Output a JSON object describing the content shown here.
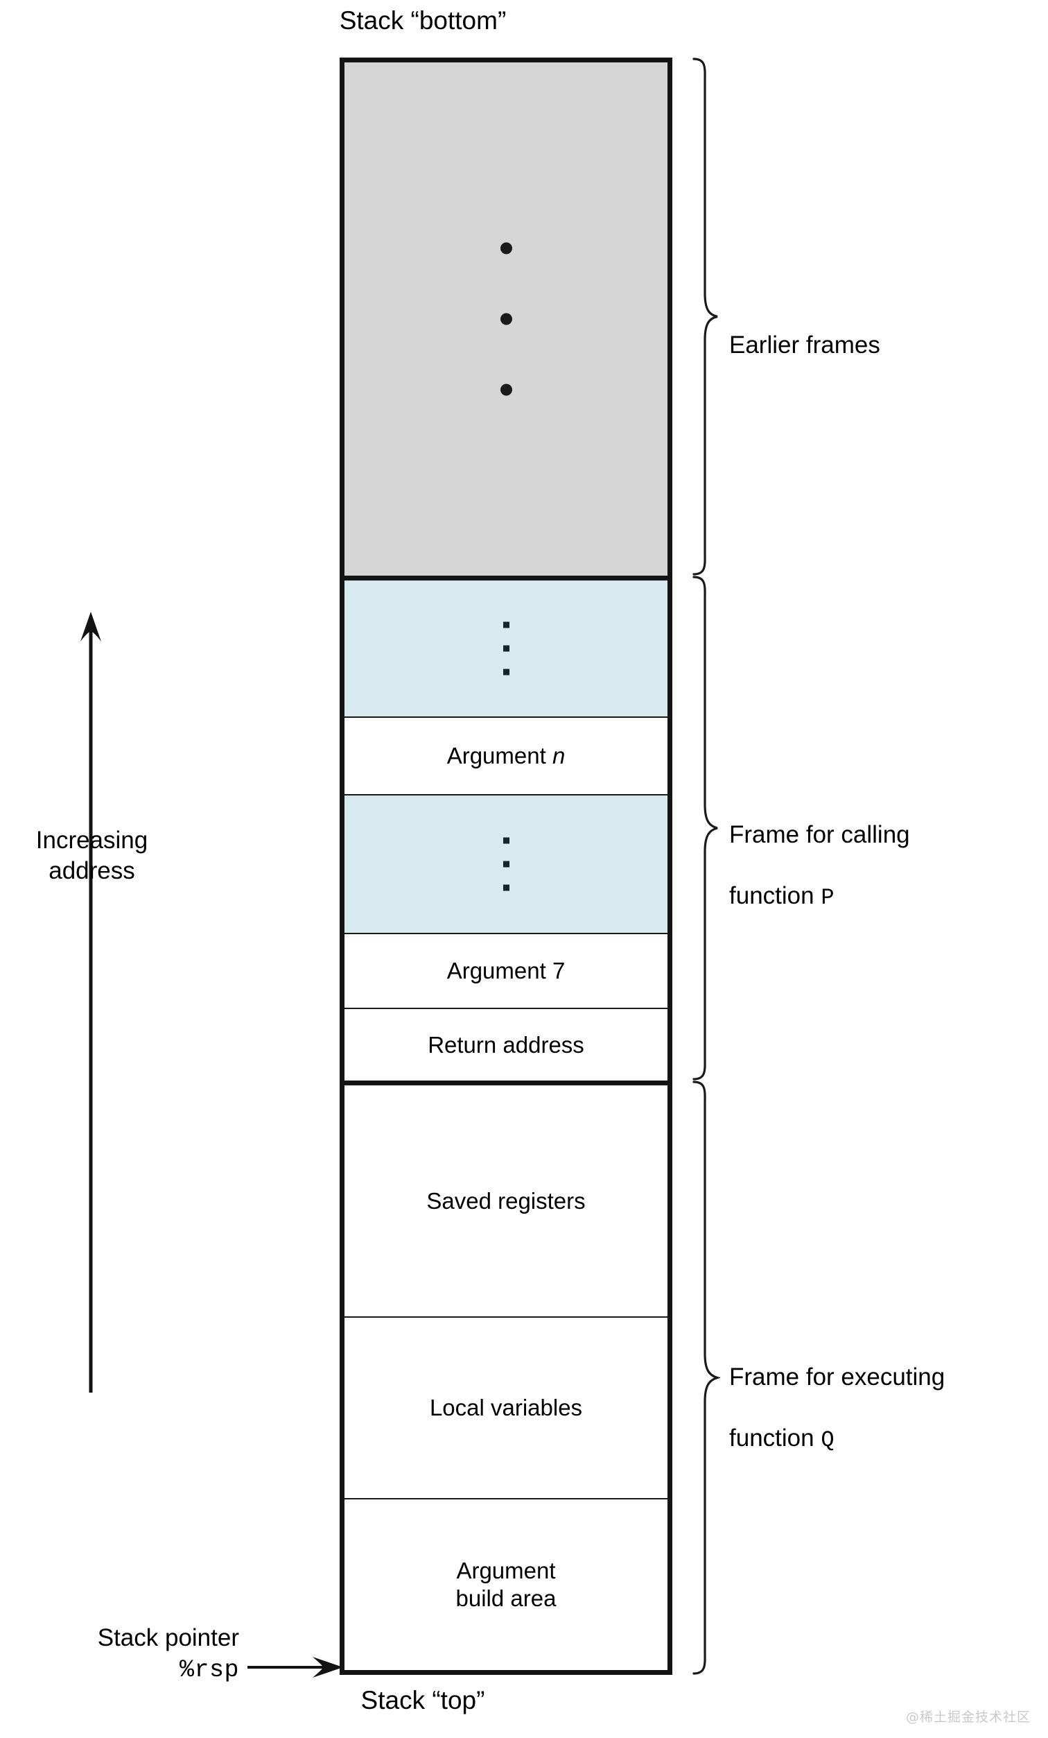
{
  "diagram": {
    "title_top": "Stack “bottom”",
    "title_bottom": "Stack “top”",
    "colors": {
      "earlier_frames_fill": "#d6d6d6",
      "ellipsis_fill": "#d9e9f0",
      "plain_fill": "#ffffff",
      "border": "#141414"
    }
  },
  "left_axis": {
    "label_line1": "Increasing",
    "label_line2": "address",
    "direction_icon": "up-arrow-icon"
  },
  "stack_pointer": {
    "label_line1": "Stack pointer",
    "register": "%rsp",
    "arrow_icon": "right-arrow-icon"
  },
  "cells": [
    {
      "id": "earlier-frames-region",
      "text": "",
      "style": "gray",
      "marker": "three-round-dots"
    },
    {
      "id": "ellipsis-upper",
      "text": "",
      "style": "blue",
      "marker": "vertical-ellipsis"
    },
    {
      "id": "argument-n",
      "text": "Argument n",
      "style": "plain",
      "italic_tail": "n"
    },
    {
      "id": "ellipsis-lower",
      "text": "",
      "style": "blue",
      "marker": "vertical-ellipsis"
    },
    {
      "id": "argument-7",
      "text": "Argument 7",
      "style": "plain"
    },
    {
      "id": "return-address",
      "text": "Return address",
      "style": "plain"
    },
    {
      "id": "saved-registers",
      "text": "Saved registers",
      "style": "plain"
    },
    {
      "id": "local-variables",
      "text": "Local variables",
      "style": "plain"
    },
    {
      "id": "argument-build-area",
      "text": "Argument\nbuild area",
      "style": "plain"
    }
  ],
  "braces": [
    {
      "id": "brace-earlier",
      "label_line1": "Earlier frames",
      "label_line2": ""
    },
    {
      "id": "brace-calling-p",
      "label_line1": "Frame for calling",
      "label_line2": "function P",
      "mono_tail": "P"
    },
    {
      "id": "brace-executing-q",
      "label_line1": "Frame for executing",
      "label_line2": "function Q",
      "mono_tail": "Q"
    }
  ],
  "labels": {
    "earlier_frames": "Earlier frames",
    "calling_l1": "Frame for calling",
    "calling_l2": "function ",
    "calling_fn": "P",
    "executing_l1": "Frame for executing",
    "executing_l2": "function ",
    "executing_fn": "Q",
    "argument_n_prefix": "Argument ",
    "argument_n_var": "n",
    "argument_7": "Argument 7",
    "return_address": "Return address",
    "saved_registers": "Saved registers",
    "local_variables": "Local variables",
    "argument_build_l1": "Argument",
    "argument_build_l2": "build area"
  },
  "watermark": "@稀土掘金技术社区"
}
